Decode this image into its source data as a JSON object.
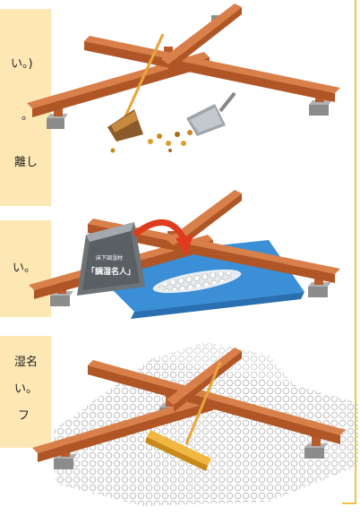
{
  "panels": [
    {
      "lines": [
        "い。)",
        "。",
        "離し"
      ]
    },
    {
      "lines": [
        "い。"
      ]
    },
    {
      "lines": [
        "湿名",
        "い。",
        "フ"
      ]
    }
  ],
  "bag": {
    "small_label": "床下調湿材",
    "main_label": "「調湿名人」"
  },
  "colors": {
    "panel": "#fde8b5",
    "wood": "#c8693a",
    "stone": "#8c8c8c",
    "sheet": "#3a8fd6",
    "arrow": "#e03a1e",
    "border": "#f0c24a"
  }
}
